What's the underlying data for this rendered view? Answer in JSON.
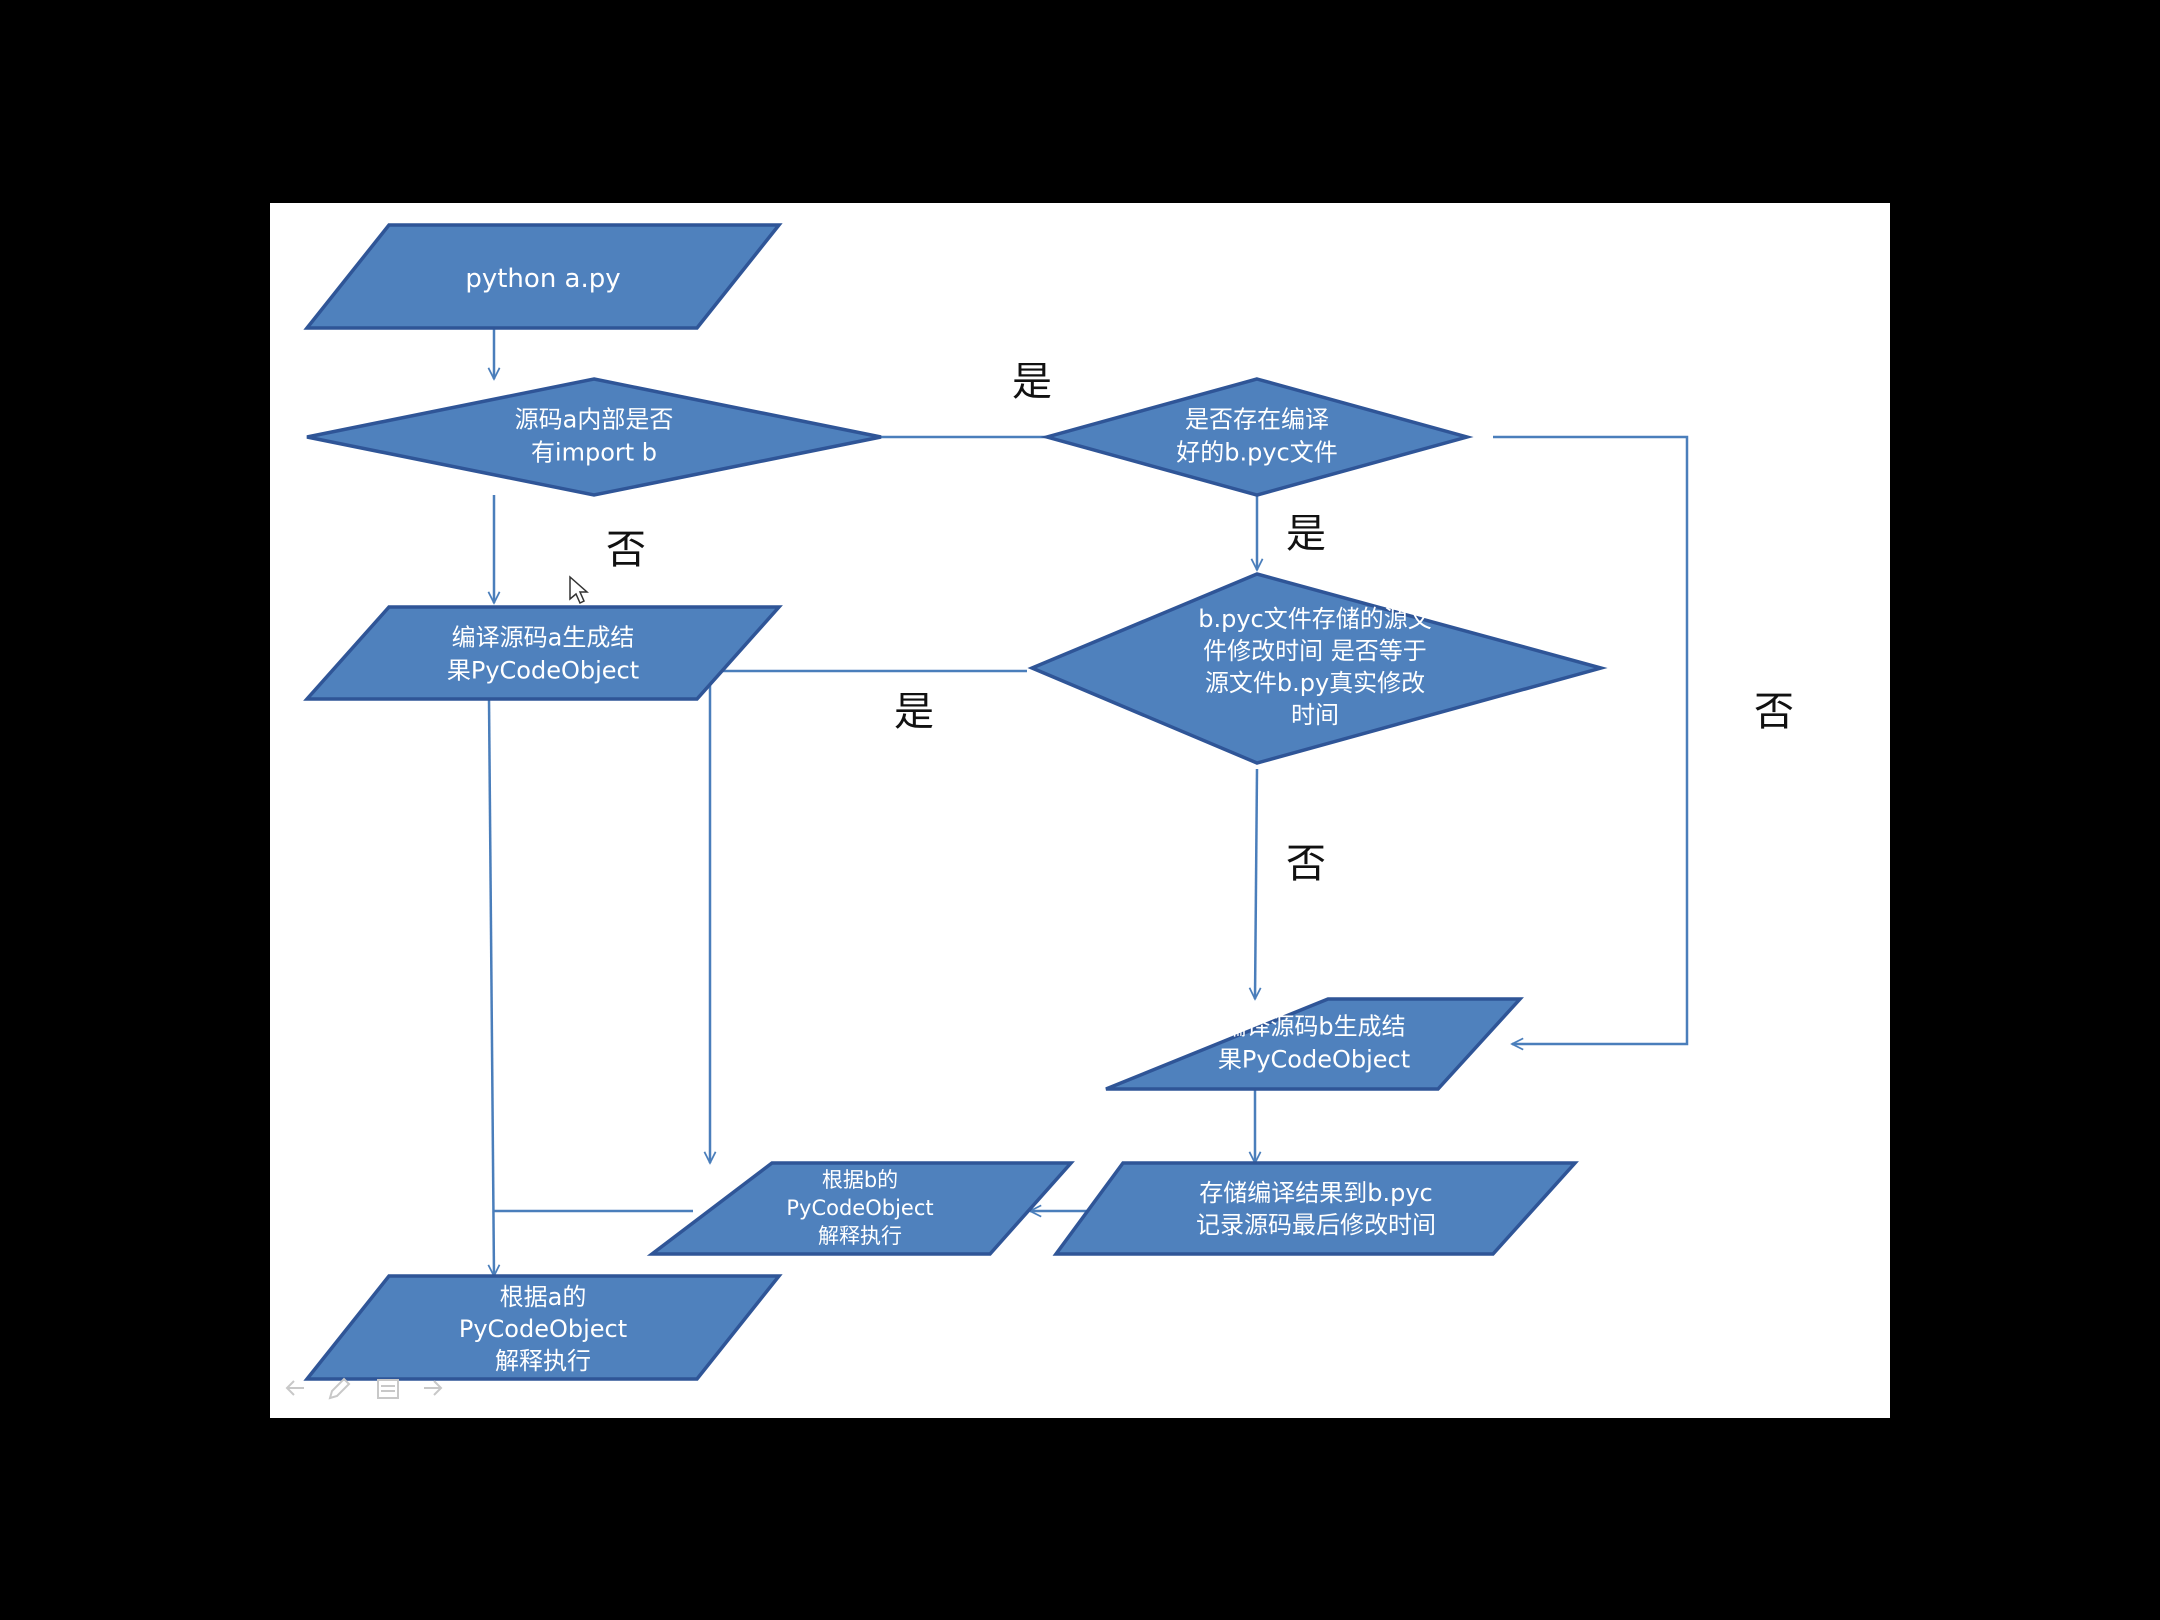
{
  "nodes": {
    "start": {
      "lines": [
        "python  a.py"
      ]
    },
    "has_import": {
      "lines": [
        "源码a内部是否",
        "有import  b"
      ]
    },
    "compile_a": {
      "lines": [
        "编译源码a生成结",
        "果PyCodeObject"
      ]
    },
    "exec_a": {
      "lines": [
        "根据a的",
        "PyCodeObject",
        "解释执行"
      ]
    },
    "pyc_exists": {
      "lines": [
        "是否存在编译",
        "好的b.pyc文件"
      ]
    },
    "time_match": {
      "lines": [
        "b.pyc文件存储的源文",
        "件修改时间 是否等于",
        "源文件b.py真实修改",
        "时间"
      ]
    },
    "compile_b": {
      "lines": [
        "编译源码b生成结",
        "果PyCodeObject"
      ]
    },
    "store_pyc": {
      "lines": [
        "存储编译结果到b.pyc",
        "记录源码最后修改时间"
      ]
    },
    "exec_b": {
      "lines": [
        "根据b的",
        "PyCodeObject",
        "解释执行"
      ]
    }
  },
  "edge_labels": {
    "import_yes": "是",
    "import_no": "否",
    "pyc_yes": "是",
    "pyc_no": "否",
    "time_yes": "是",
    "time_no": "否"
  },
  "colors": {
    "node_fill": "#4f81bd",
    "node_stroke": "#2f5597",
    "edge": "#4a7ebb",
    "slide_bg": "#ffffff",
    "frame_bg": "#000000"
  },
  "icons": [
    "back-arrow-icon",
    "pen-icon",
    "menu-icon",
    "forward-arrow-icon",
    "mouse-cursor-icon"
  ]
}
